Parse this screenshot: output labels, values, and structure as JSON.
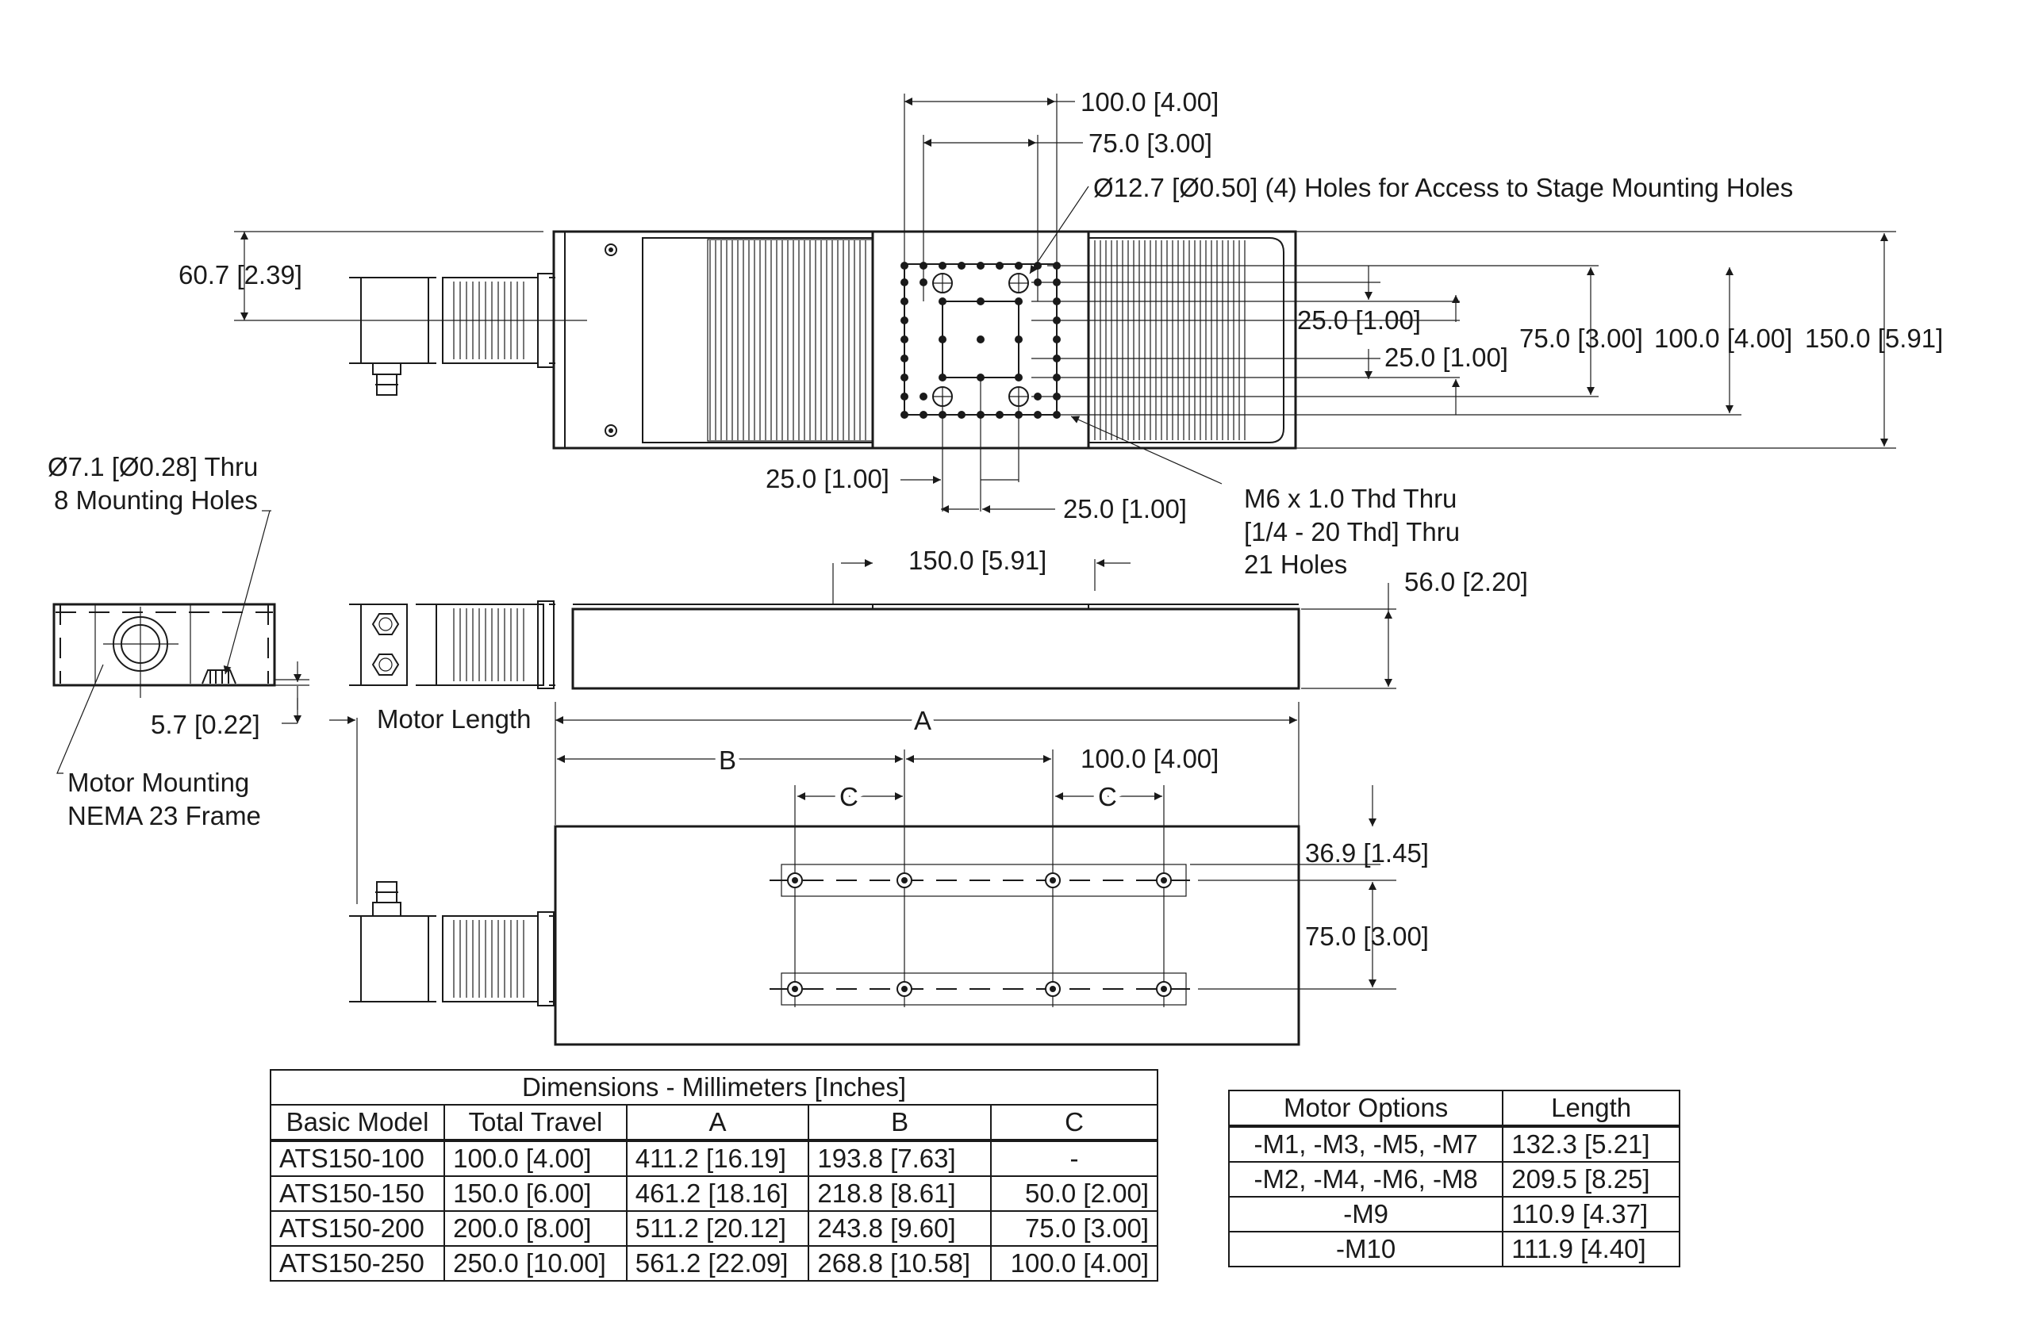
{
  "dimensions": {
    "top_100": "100.0 [4.00]",
    "top_75": "75.0 [3.00]",
    "access_holes": "Ø12.7 [Ø0.50] (4) Holes for Access to Stage Mounting Holes",
    "motor_height": "60.7 [2.39]",
    "pitch_y1": "25.0 [1.00]",
    "pitch_y2": "25.0 [1.00]",
    "right_75": "75.0 [3.00]",
    "right_100": "100.0 [4.00]",
    "right_150": "150.0 [5.91]",
    "pitch_x1": "25.0 [1.00]",
    "pitch_x2": "25.0 [1.00]",
    "thread_line1": "M6 x 1.0 Thd Thru",
    "thread_line2": "[1/4 - 20 Thd] Thru",
    "thread_line3": "21 Holes",
    "mount_holes_line1": "Ø7.1 [Ø0.28] Thru",
    "mount_holes_line2": "8 Mounting Holes",
    "side_150": "150.0 [5.91]",
    "height_56": "56.0 [2.20]",
    "offset_5_7": "5.7 [0.22]",
    "motor_length": "Motor Length",
    "dim_a": "A",
    "dim_b": "B",
    "bottom_100": "100.0 [4.00]",
    "dim_c1": "C",
    "dim_c2": "C",
    "motor_mount_line1": "Motor Mounting",
    "motor_mount_line2": "NEMA 23 Frame",
    "bottom_36_9": "36.9 [1.45]",
    "bottom_75": "75.0 [3.00]"
  },
  "dims_table": {
    "title": "Dimensions - Millimeters [Inches]",
    "headers": [
      "Basic Model",
      "Total Travel",
      "A",
      "B",
      "C"
    ],
    "rows": [
      [
        "ATS150-100",
        "100.0 [4.00]",
        "411.2 [16.19]",
        "193.8 [7.63]",
        "-"
      ],
      [
        "ATS150-150",
        "150.0 [6.00]",
        "461.2 [18.16]",
        "218.8 [8.61]",
        "50.0 [2.00]"
      ],
      [
        "ATS150-200",
        "200.0 [8.00]",
        "511.2 [20.12]",
        "243.8 [9.60]",
        "75.0 [3.00]"
      ],
      [
        "ATS150-250",
        "250.0 [10.00]",
        "561.2 [22.09]",
        "268.8 [10.58]",
        "100.0 [4.00]"
      ]
    ]
  },
  "motor_table": {
    "headers": [
      "Motor Options",
      "Length"
    ],
    "rows": [
      [
        "-M1, -M3, -M5, -M7",
        "132.3 [5.21]"
      ],
      [
        "-M2, -M4, -M6, -M8",
        "209.5 [8.25]"
      ],
      [
        "-M9",
        "110.9 [4.37]"
      ],
      [
        "-M10",
        "111.9 [4.40]"
      ]
    ]
  }
}
